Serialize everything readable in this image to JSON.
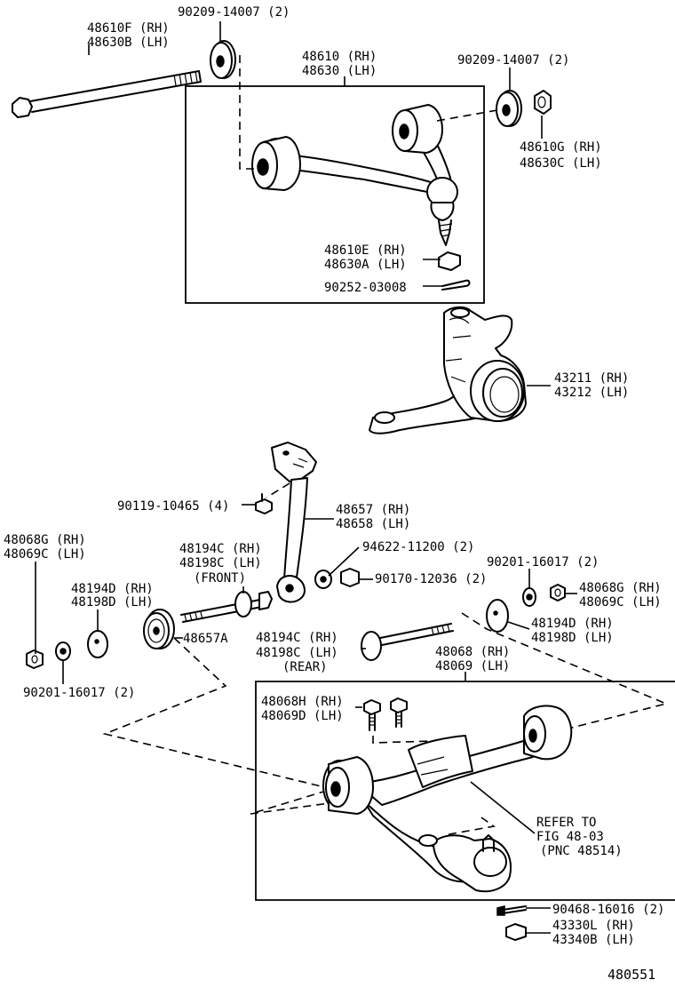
{
  "labels": {
    "upper_bolt": [
      "48610F (RH)",
      "48630B (LH)"
    ],
    "washer_tl": "90209-14007 (2)",
    "upper_arm": [
      "48610 (RH)",
      "48630 (LH)"
    ],
    "washer_tr": "90209-14007 (2)",
    "nut_upper": [
      "48610G (RH)",
      "48630C (LH)"
    ],
    "nut_castle": [
      "48610E (RH)",
      "48630A (LH)"
    ],
    "cotter_upper": "90252-03008",
    "knuckle": [
      "43211 (RH)",
      "43212 (LH)"
    ],
    "bolt_strut": "90119-10465 (4)",
    "strut_bar": [
      "48657 (RH)",
      "48658 (LH)"
    ],
    "washer_strut": "94622-11200 (2)",
    "nut_strut": "90170-12036 (2)",
    "washer_r": "90201-16017 (2)",
    "nut_left": [
      "48068G (RH)",
      "48069C (LH)"
    ],
    "front_bolt": [
      "48194C (RH)",
      "48198C (LH)",
      "(FRONT)"
    ],
    "cam_plate_l": [
      "48194D (RH)",
      "48198D (LH)"
    ],
    "bushing": "48657A",
    "nut_right": [
      "48068G (RH)",
      "48069C (LH)"
    ],
    "cam_plate_r": [
      "48194D (RH)",
      "48198D (LH)"
    ],
    "rear_bolt": [
      "48194C (RH)",
      "48198C (LH)",
      "(REAR)"
    ],
    "lower_arm": [
      "48068 (RH)",
      "48069 (LH)"
    ],
    "washer_l": "90201-16017 (2)",
    "lower_bolt": [
      "48068H (RH)",
      "48069D (LH)"
    ],
    "refer": [
      "REFER TO",
      "FIG 48-03",
      "(PNC 48514)"
    ],
    "cotter_lower": "90468-16016 (2)",
    "nut_lower": [
      "43330L (RH)",
      "43340B (LH)"
    ],
    "figure_number": "480551"
  }
}
